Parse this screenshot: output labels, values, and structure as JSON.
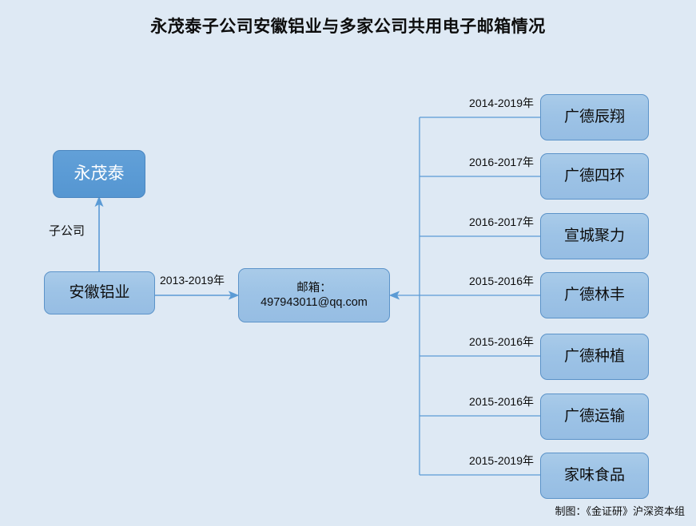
{
  "title": "永茂泰子公司安徽铝业与多家公司共用电子邮箱情况",
  "nodes": {
    "parent": {
      "label": "永茂泰"
    },
    "subsidiary": {
      "label": "安徽铝业"
    },
    "email": {
      "label_line1": "邮箱：",
      "label_line2": "497943011@qq.com"
    }
  },
  "edges": {
    "subsidiary_relation": "子公司",
    "email_years": "2013-2019年"
  },
  "companies": [
    {
      "name": "广德辰翔",
      "years": "2014-2019年"
    },
    {
      "name": "广德四环",
      "years": "2016-2017年"
    },
    {
      "name": "宣城聚力",
      "years": "2016-2017年"
    },
    {
      "name": "广德林丰",
      "years": "2015-2016年"
    },
    {
      "name": "广德种植",
      "years": "2015-2016年"
    },
    {
      "name": "广德运输",
      "years": "2015-2016年"
    },
    {
      "name": "家味食品",
      "years": "2015-2019年"
    }
  ],
  "credit": "制图：《金证研》沪深资本组",
  "colors": {
    "background": "#dee9f4",
    "node_light": "#9dc3e6",
    "node_dark": "#5b9bd5",
    "line": "#5b9bd5",
    "text": "#0d0d0d"
  }
}
